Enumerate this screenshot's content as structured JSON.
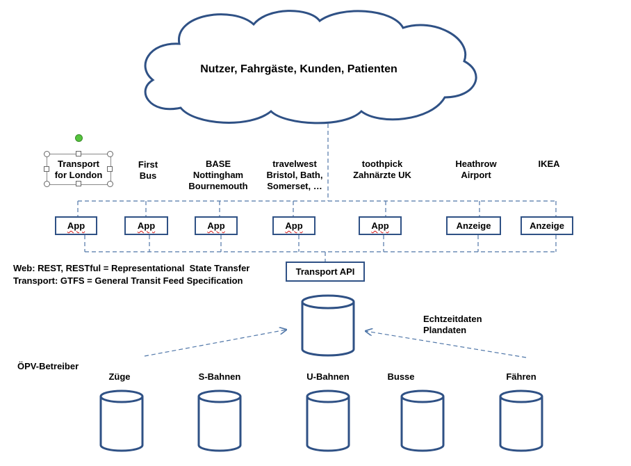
{
  "cloud": {
    "label": "Nutzer, Fahrgäste, Kunden, Patienten"
  },
  "providers": [
    {
      "id": "tfl",
      "label": "Transport\nfor London"
    },
    {
      "id": "firstbus",
      "label": "First\nBus"
    },
    {
      "id": "base",
      "label": "BASE\nNottingham\nBournemouth"
    },
    {
      "id": "travelwest",
      "label": "travelwest\nBristol, Bath,\nSomerset, …"
    },
    {
      "id": "toothpick",
      "label": "toothpick\nZahnärzte UK"
    },
    {
      "id": "heathrow",
      "label": "Heathrow\nAirport"
    },
    {
      "id": "ikea",
      "label": "IKEA"
    }
  ],
  "clients": [
    {
      "label": "App"
    },
    {
      "label": "App"
    },
    {
      "label": "App"
    },
    {
      "label": "App"
    },
    {
      "label": "App"
    },
    {
      "label": "Anzeige"
    },
    {
      "label": "Anzeige"
    }
  ],
  "notes": {
    "web": "Web: REST, RESTful = Representational  State Transfer",
    "transport": "Transport: GTFS = General Transit Feed Specification"
  },
  "api": {
    "label": "Transport API"
  },
  "data_types": {
    "label": "Echtzeitdaten\nPlandaten"
  },
  "operators": {
    "title": "ÖPV-Betreiber",
    "items": [
      {
        "label": "Züge"
      },
      {
        "label": "S-Bahnen"
      },
      {
        "label": "U-Bahnen"
      },
      {
        "label": "Busse"
      },
      {
        "label": "Fähren"
      }
    ]
  },
  "colors": {
    "stroke": "#2f5185",
    "dash": "#4f76a8",
    "selection_handle": "#55c43d"
  }
}
